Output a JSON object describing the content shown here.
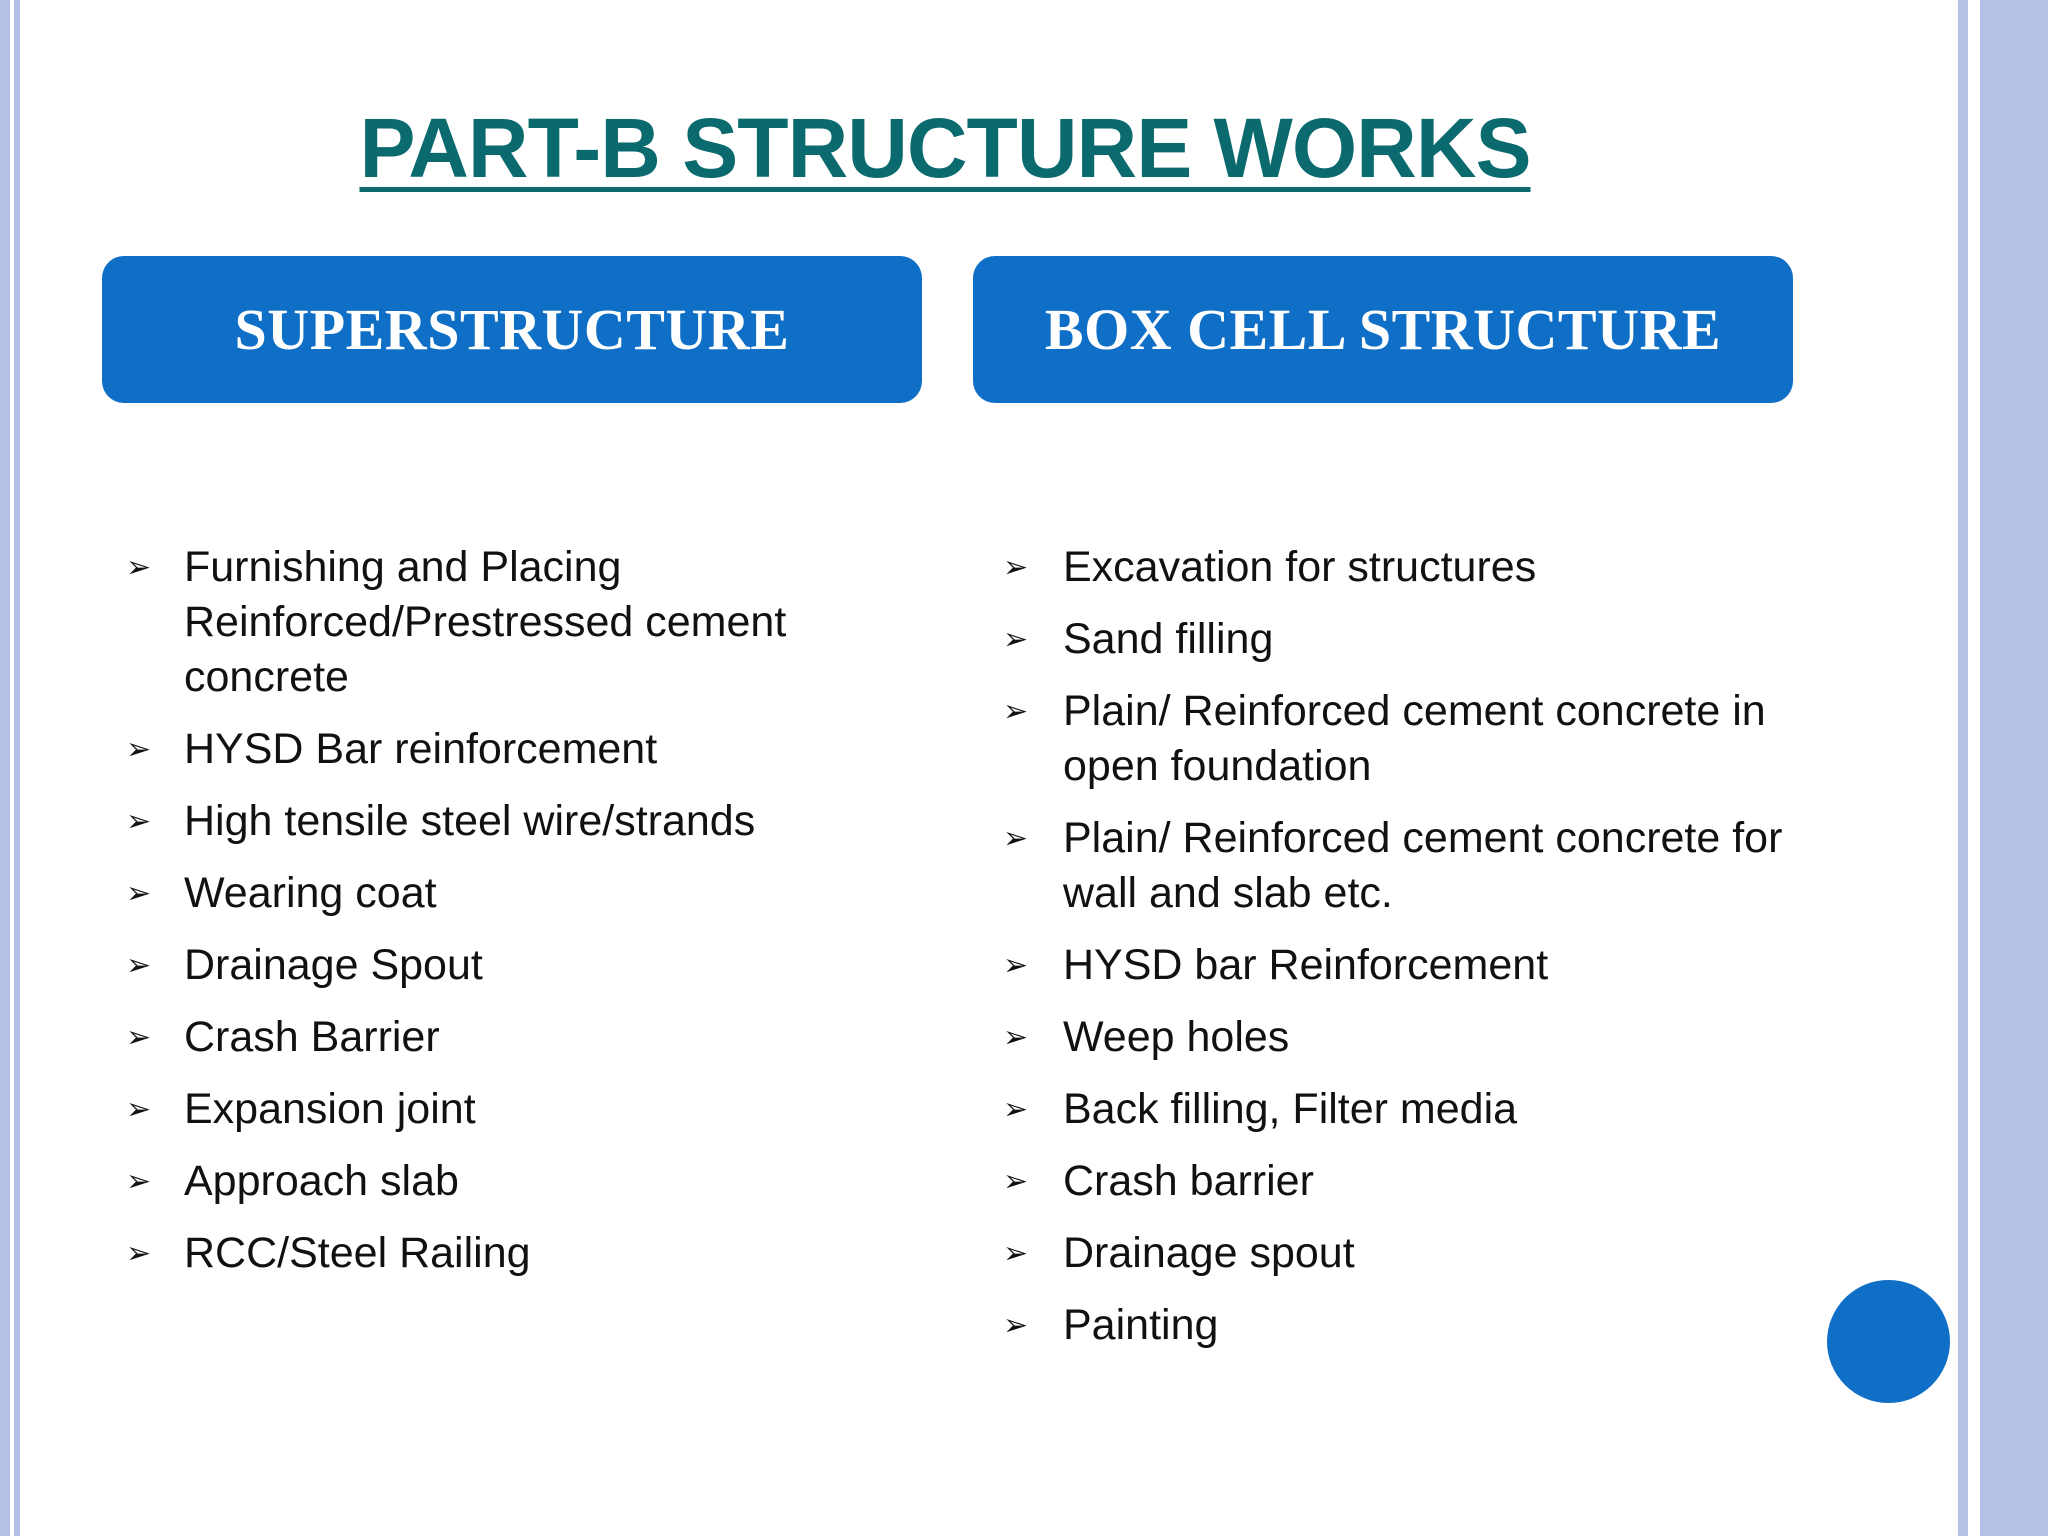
{
  "title": "PART-B STRUCTURE WORKS",
  "colors": {
    "accent": "#0f6fc6",
    "title": "#0b6a6e",
    "border": "#b3c1e6"
  },
  "bullet_icon": "arrow-bullet-icon",
  "superstructure": {
    "heading": "SUPERSTRUCTURE",
    "items": [
      "Furnishing and Placing Reinforced/Prestressed cement concrete",
      "HYSD Bar reinforcement",
      "High tensile steel wire/strands",
      "Wearing coat",
      "Drainage Spout",
      "Crash Barrier",
      "Expansion joint",
      "Approach slab",
      "RCC/Steel Railing"
    ]
  },
  "box_cell": {
    "heading": "BOX CELL STRUCTURE",
    "items": [
      "Excavation for structures",
      "Sand filling",
      "Plain/ Reinforced cement concrete in open foundation",
      "Plain/ Reinforced cement concrete for wall and slab etc.",
      "HYSD bar Reinforcement",
      "Weep holes",
      "Back filling, Filter media",
      "Crash barrier",
      "Drainage spout",
      "Painting"
    ]
  }
}
